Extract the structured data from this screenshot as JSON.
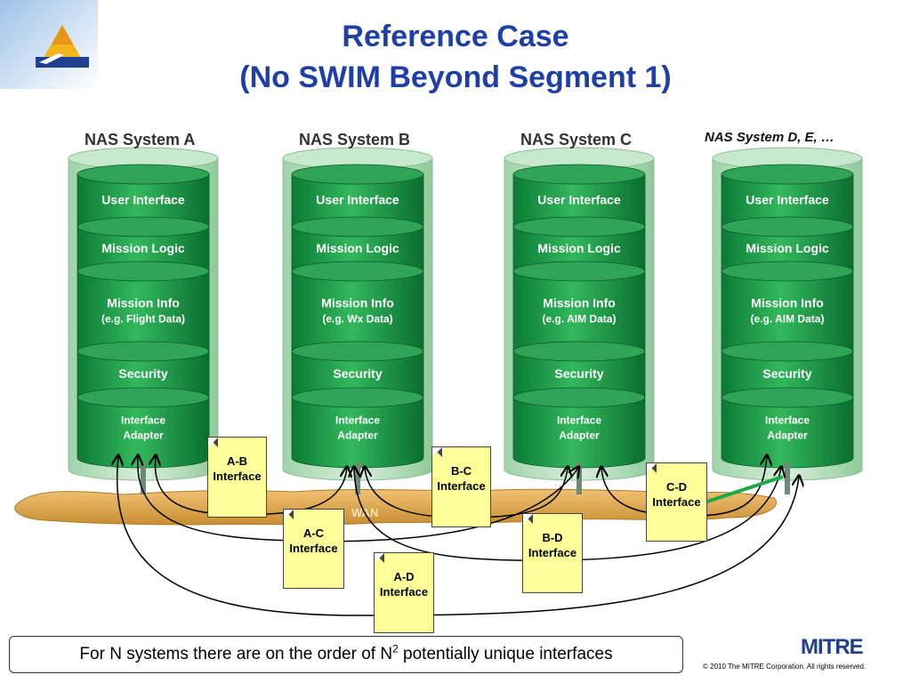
{
  "title": {
    "line1": "Reference Case",
    "line2": "(No SWIM Beyond Segment 1)"
  },
  "systems": [
    {
      "name": "NAS System A",
      "layers": [
        "User Interface",
        "Mission Logic",
        "Mission Info",
        "(e.g. Flight Data)",
        "Security",
        "Interface",
        "Adapter"
      ]
    },
    {
      "name": "NAS System B",
      "layers": [
        "User Interface",
        "Mission Logic",
        "Mission Info",
        "(e.g. Wx Data)",
        "Security",
        "Interface",
        "Adapter"
      ]
    },
    {
      "name": "NAS System C",
      "layers": [
        "User Interface",
        "Mission Logic",
        "Mission Info",
        "(e.g. AIM Data)",
        "Security",
        "Interface",
        "Adapter"
      ]
    },
    {
      "name": "NAS System D, E, …",
      "layers": [
        "User Interface",
        "Mission Logic",
        "Mission Info",
        "(e.g. AIM Data)",
        "Security",
        "Interface",
        "Adapter"
      ]
    }
  ],
  "wan_label": "WAN",
  "interfaces": [
    {
      "id": "ab",
      "line1": "A-B",
      "line2": "Interface"
    },
    {
      "id": "bc",
      "line1": "B-C",
      "line2": "Interface"
    },
    {
      "id": "cd",
      "line1": "C-D",
      "line2": "Interface"
    },
    {
      "id": "ac",
      "line1": "A-C",
      "line2": "Interface"
    },
    {
      "id": "bd",
      "line1": "B-D",
      "line2": "Interface"
    },
    {
      "id": "ad",
      "line1": "A-D",
      "line2": "Interface"
    }
  ],
  "footer": {
    "text_before": "For N systems there are on the order of N",
    "superscript": "2",
    "text_after": " potentially unique interfaces"
  },
  "logo": {
    "text": "MITRE"
  },
  "copyright": "© 2010 The MITRE Corporation. All rights reserved.",
  "colors": {
    "title": "#1f3fa8",
    "cylinder_dark": "#0b7a36",
    "cylinder_light": "#33b85c",
    "wan": "#d9a54a",
    "doc": "#ffff99"
  }
}
